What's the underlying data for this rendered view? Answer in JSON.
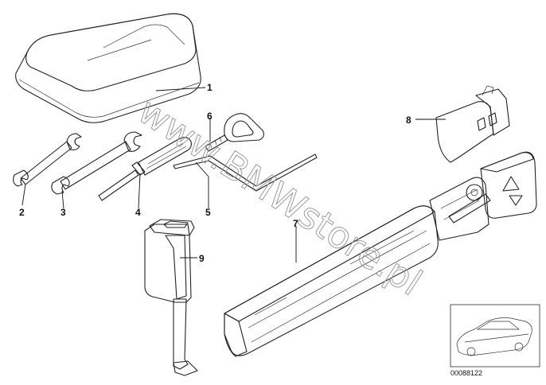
{
  "diagram": {
    "callouts": [
      {
        "id": "c1",
        "label": "1"
      },
      {
        "id": "c2",
        "label": "2"
      },
      {
        "id": "c3",
        "label": "3"
      },
      {
        "id": "c4",
        "label": "4"
      },
      {
        "id": "c5",
        "label": "5"
      },
      {
        "id": "c6",
        "label": "6"
      },
      {
        "id": "c7",
        "label": "7"
      },
      {
        "id": "c8",
        "label": "8"
      },
      {
        "id": "c9",
        "label": "9"
      }
    ],
    "watermark": "www.BMWstore.pl",
    "doc_number": "00088122"
  }
}
